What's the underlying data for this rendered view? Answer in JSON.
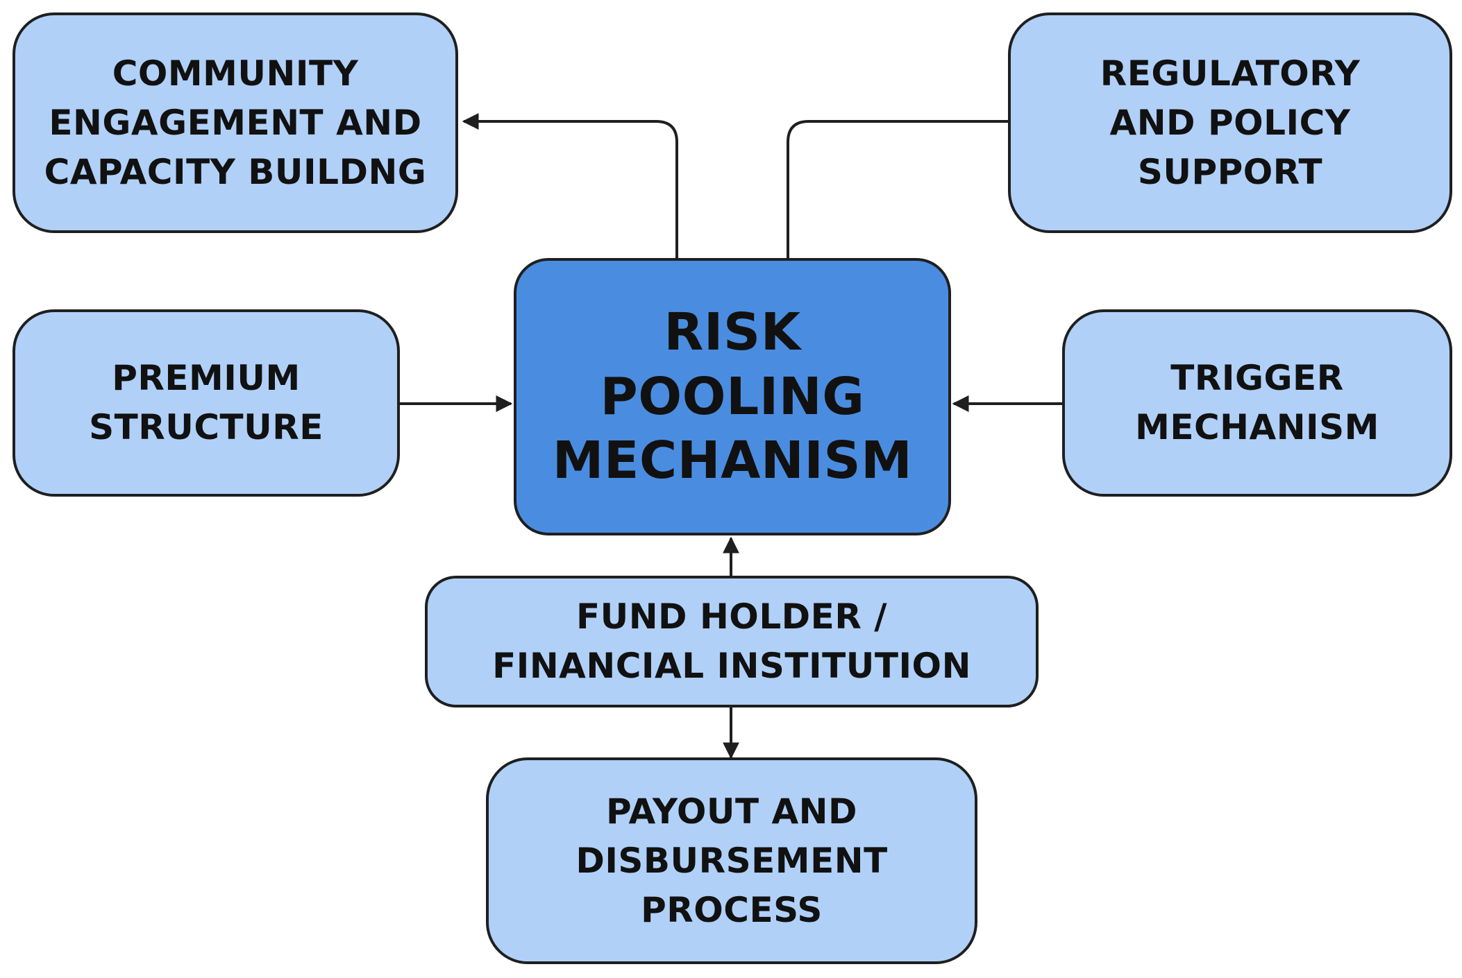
{
  "diagram": {
    "center": {
      "label": "RISK\nPOOLING\nMECHANISM"
    },
    "community": {
      "label": "COMMUNITY\nENGAGEMENT AND\nCAPACITY BUILDNG"
    },
    "regulatory": {
      "label": "REGULATORY\nAND POLICY\nSUPPORT"
    },
    "premium": {
      "label": "PREMIUM\nSTRUCTURE"
    },
    "trigger": {
      "label": "TRIGGER\nMECHANISM"
    },
    "fund_holder": {
      "label": "FUND HOLDER /\nFINANCIAL INSTITUTION"
    },
    "payout": {
      "label": "PAYOUT AND\nDISBURSEMENT\nPROCESS"
    }
  },
  "colors": {
    "node_fill": "#b0d0f8",
    "center_fill": "#4a8de0",
    "border": "#1f1f1f",
    "text": "#111111"
  }
}
